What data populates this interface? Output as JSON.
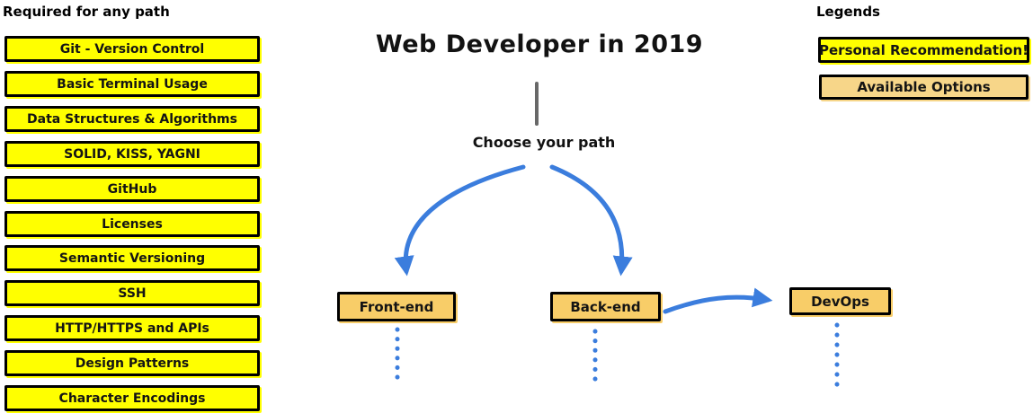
{
  "required_panel": {
    "title": "Required for any path",
    "items": [
      "Git - Version Control",
      "Basic Terminal Usage",
      "Data Structures & Algorithms",
      "SOLID, KISS, YAGNI",
      "GitHub",
      "Licenses",
      "Semantic Versioning",
      "SSH",
      "HTTP/HTTPS and APIs",
      "Design Patterns",
      "Character Encodings"
    ]
  },
  "main": {
    "title": "Web Developer in 2019",
    "prompt": "Choose your path",
    "paths": [
      {
        "label": "Front-end"
      },
      {
        "label": "Back-end"
      },
      {
        "label": "DevOps"
      }
    ]
  },
  "legend": {
    "title": "Legends",
    "items": [
      {
        "label": "Personal Recommendation!",
        "color": "#ffff00"
      },
      {
        "label": "Available Options",
        "color": "#f7d689"
      }
    ]
  },
  "colors": {
    "recommendation_yellow": "#ffff00",
    "option_tan": "#f8cd68",
    "arrow_blue": "#3b7ddd",
    "connector_gray": "#686868",
    "border_black": "#000000"
  }
}
